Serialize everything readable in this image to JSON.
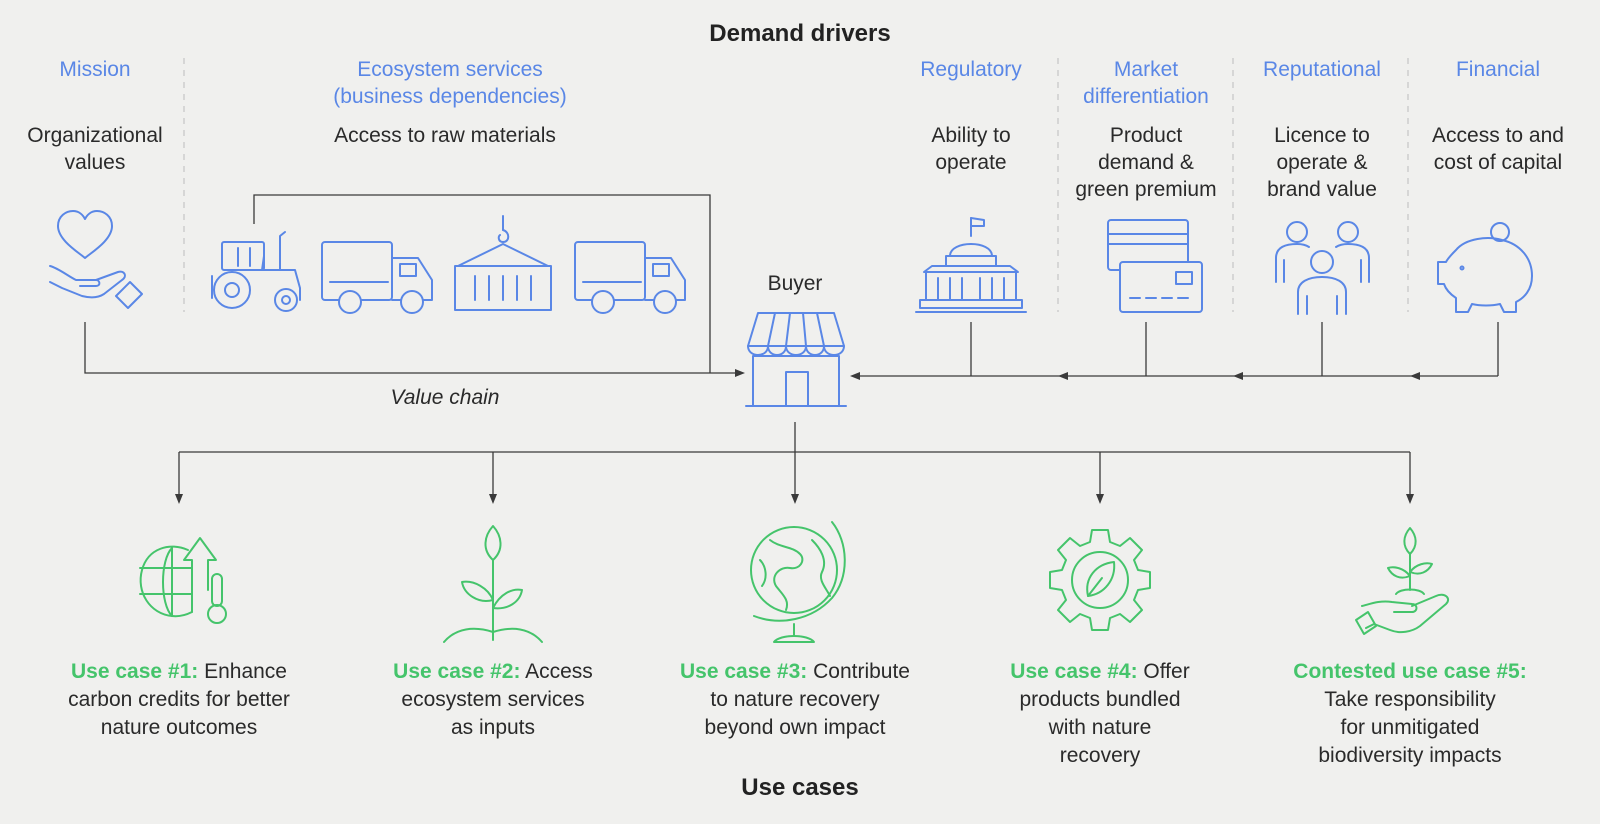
{
  "header": {
    "title": "Demand drivers"
  },
  "drivers": [
    {
      "category": "Mission",
      "description": "Organizational\nvalues",
      "icon": "heart-in-hand-icon"
    },
    {
      "category": "Ecosystem services\n(business dependencies)",
      "description": "Access to raw materials",
      "icon": "value-chain-vehicles-icon"
    },
    {
      "category": "Regulatory",
      "description": "Ability to\noperate",
      "icon": "government-building-icon"
    },
    {
      "category": "Market\ndifferentiation",
      "description": "Product\ndemand &\ngreen premium",
      "icon": "cards-icon"
    },
    {
      "category": "Reputational",
      "description": "Licence to\noperate &\nbrand value",
      "icon": "people-group-icon"
    },
    {
      "category": "Financial",
      "description": "Access to and\ncost of capital",
      "icon": "piggy-bank-icon"
    }
  ],
  "buyer": {
    "label": "Buyer",
    "icon": "storefront-icon"
  },
  "value_chain_label": "Value chain",
  "use_cases": [
    {
      "label": "Use case #1:",
      "text": " Enhance\ncarbon credits for better\nnature outcomes",
      "icon": "globe-temperature-icon"
    },
    {
      "label": "Use case #2:",
      "text": " Access\necosystem services\nas inputs",
      "icon": "sprout-icon"
    },
    {
      "label": "Use case #3:",
      "text": " Contribute\nto nature recovery\nbeyond own impact",
      "icon": "globe-stand-icon"
    },
    {
      "label": "Use case #4:",
      "text": " Offer\nproducts bundled\nwith nature\nrecovery",
      "icon": "gear-leaf-icon"
    },
    {
      "label": "Contested use case #5:",
      "text": "\nTake responsibility\nfor unmitigated\nbiodiversity impacts",
      "icon": "sprout-in-hand-icon"
    }
  ],
  "footer": {
    "title": "Use cases"
  },
  "colors": {
    "driver_blue": "#5a87e6",
    "use_case_green": "#45c46b",
    "background": "#f0f0ee"
  }
}
